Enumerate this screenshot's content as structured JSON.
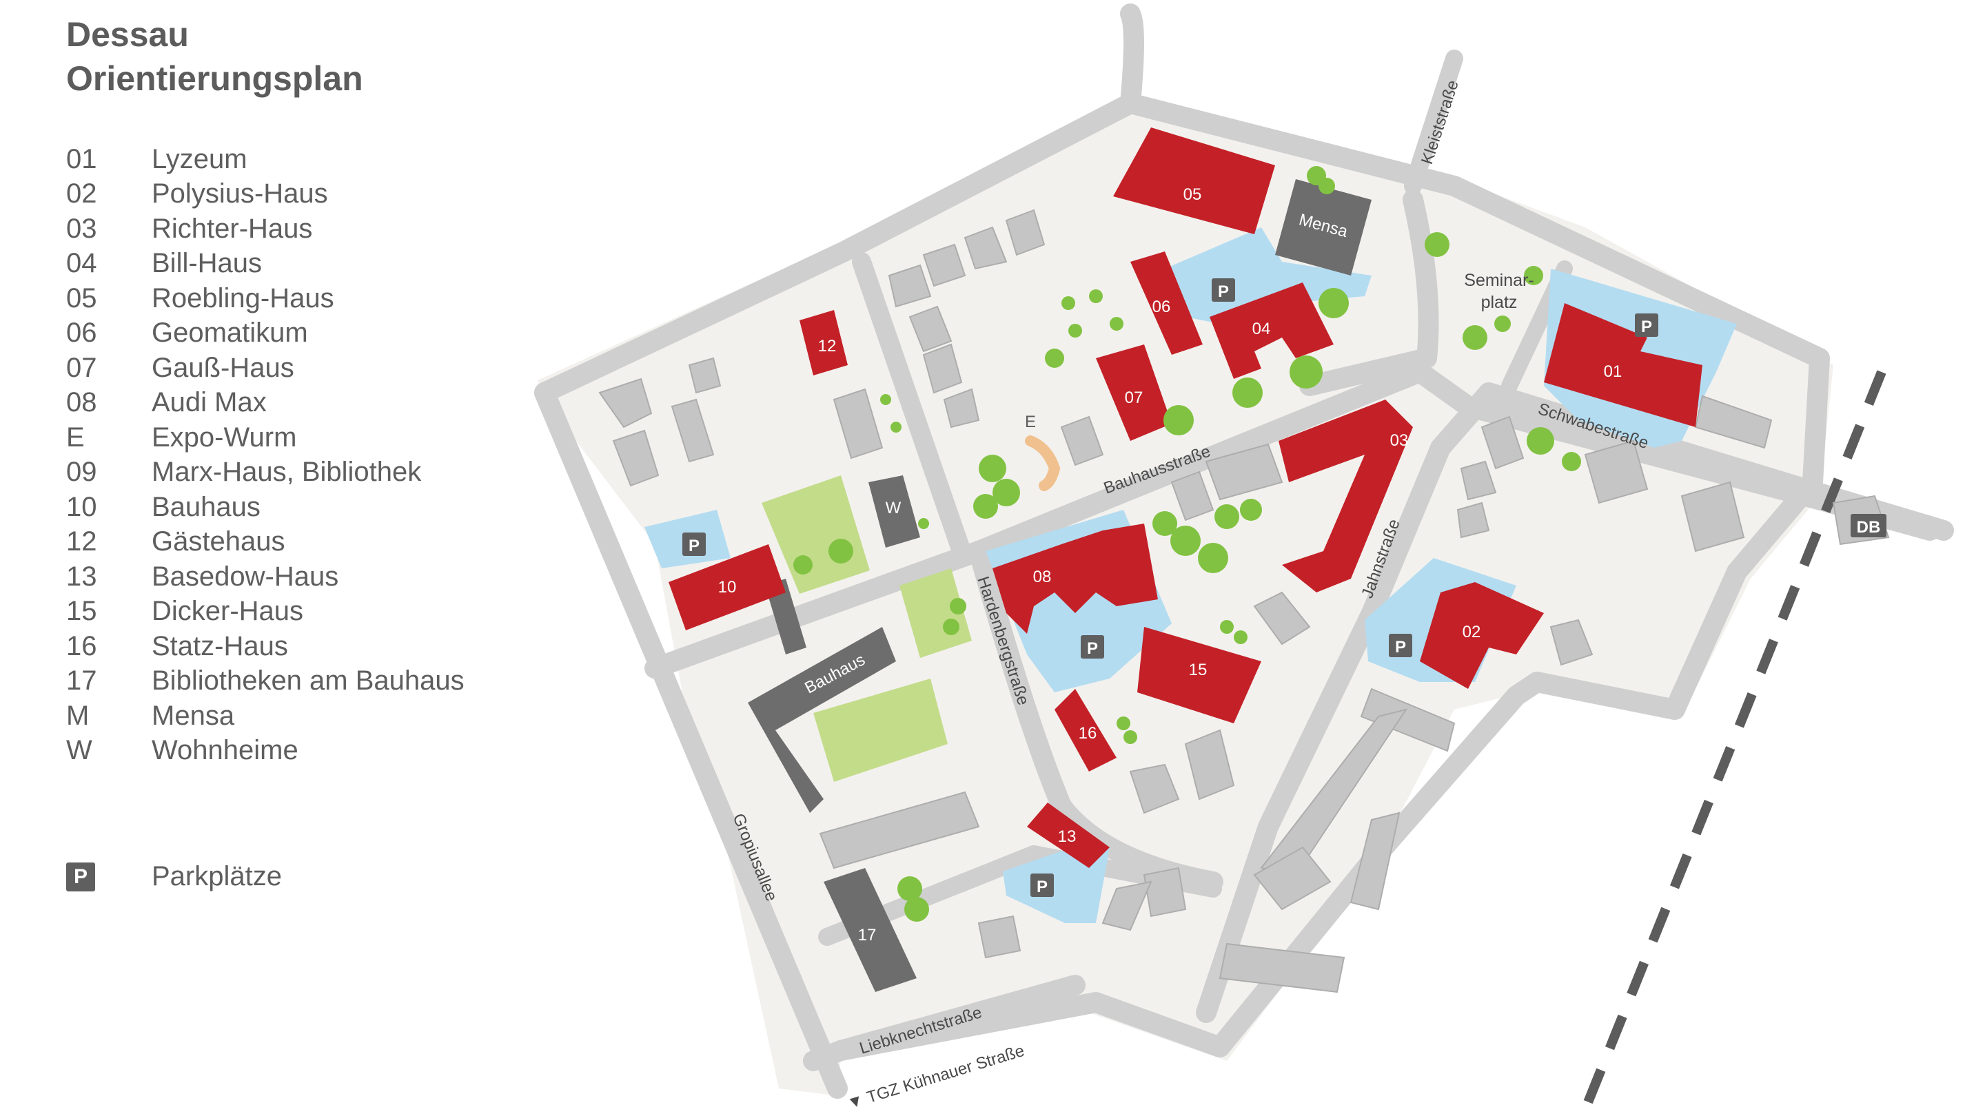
{
  "title": {
    "line1": "Dessau",
    "line2": "Orientierungsplan"
  },
  "legend": [
    {
      "code": "01",
      "label": "Lyzeum"
    },
    {
      "code": "02",
      "label": "Polysius-Haus"
    },
    {
      "code": "03",
      "label": "Richter-Haus"
    },
    {
      "code": "04",
      "label": "Bill-Haus"
    },
    {
      "code": "05",
      "label": "Roebling-Haus"
    },
    {
      "code": "06",
      "label": "Geomatikum"
    },
    {
      "code": "07",
      "label": "Gauß-Haus"
    },
    {
      "code": "08",
      "label": "Audi Max"
    },
    {
      "code": "E",
      "label": "Expo-Wurm"
    },
    {
      "code": "09",
      "label": "Marx-Haus, Bibliothek"
    },
    {
      "code": "10",
      "label": "Bauhaus"
    },
    {
      "code": "12",
      "label": "Gästehaus"
    },
    {
      "code": "13",
      "label": "Basedow-Haus"
    },
    {
      "code": "15",
      "label": "Dicker-Haus"
    },
    {
      "code": "16",
      "label": "Statz-Haus"
    },
    {
      "code": "17",
      "label": "Bibliotheken am Bauhaus"
    },
    {
      "code": "M",
      "label": "Mensa"
    },
    {
      "code": "W",
      "label": "Wohnheime"
    }
  ],
  "parking_legend": {
    "symbol": "P",
    "label": "Parkplätze"
  },
  "map": {
    "streets": {
      "bauhausstrasse": "Bauhausstraße",
      "hardenbergstrasse": "Hardenbergstraße",
      "jahnstrasse": "Jahnstraße",
      "schwabestrasse": "Schwabestraße",
      "kleiststrasse": "Kleiststraße",
      "gropiusallee": "Gropiusallee",
      "liebknechtstrasse": "Liebknechtstraße",
      "tgz": "▼ TGZ Kühnauer Straße"
    },
    "places": {
      "seminar1": "Seminar-",
      "seminar2": "platz",
      "db": "DB"
    },
    "buildings": {
      "b01": "01",
      "b02": "02",
      "b03": "03",
      "b04": "04",
      "b05": "05",
      "b06": "06",
      "b07": "07",
      "b08": "08",
      "b10": "10",
      "b12": "12",
      "b13": "13",
      "b15": "15",
      "b16": "16",
      "b17": "17",
      "mensa": "Mensa",
      "bauhaus": "Bauhaus",
      "wohnheim": "W",
      "expo": "E"
    },
    "parking_symbol": "P",
    "colors": {
      "building": "#c32127",
      "grey_building": "#6d6d6d",
      "road": "#cfcfcf",
      "ground": "#f3f1ee",
      "green": "#c3dc8a",
      "water": "#b3dcf1",
      "tree": "#82c242"
    }
  }
}
